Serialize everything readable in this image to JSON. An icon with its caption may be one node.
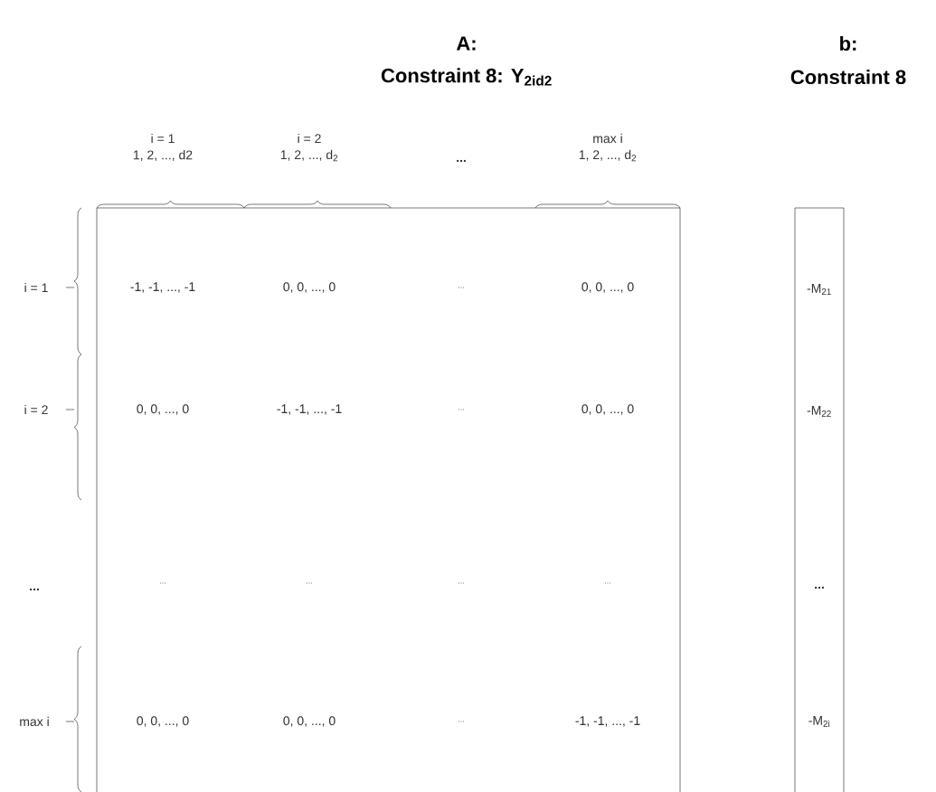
{
  "diagram": {
    "nodes": [
      {
        "text": [
          "A:",
          "Constraint 8: Y$_{2id2}$",
          "-1, -1, ..., -1",
          "0, 0, ..., 0",
          "...",
          "0, 0, ..., 0",
          "0, 0, ..., 0",
          "-1, -1, ..., -1",
          "...",
          "0, 0, ..., 0",
          "...",
          "...",
          "...",
          "...",
          "0, 0, ..., 0",
          "0, 0, ..., 0",
          "...",
          "-1, -1, ..., -1"
        ]
      },
      {
        "text": [
          "b:",
          "Constraint 8",
          "-M$_{21}$",
          "-M$_{22}$",
          "...",
          "-M$_{2i}$"
        ]
      }
    ],
    "labels": [
      "i = 1",
      "1, 2, ..., d2",
      "i = 2",
      "1, 2, ..., d$_{2}$",
      "...",
      "max i",
      "1, 2, ..., d$_{2}$",
      "i = 1",
      "i = 2",
      "...",
      "max i"
    ]
  }
}
